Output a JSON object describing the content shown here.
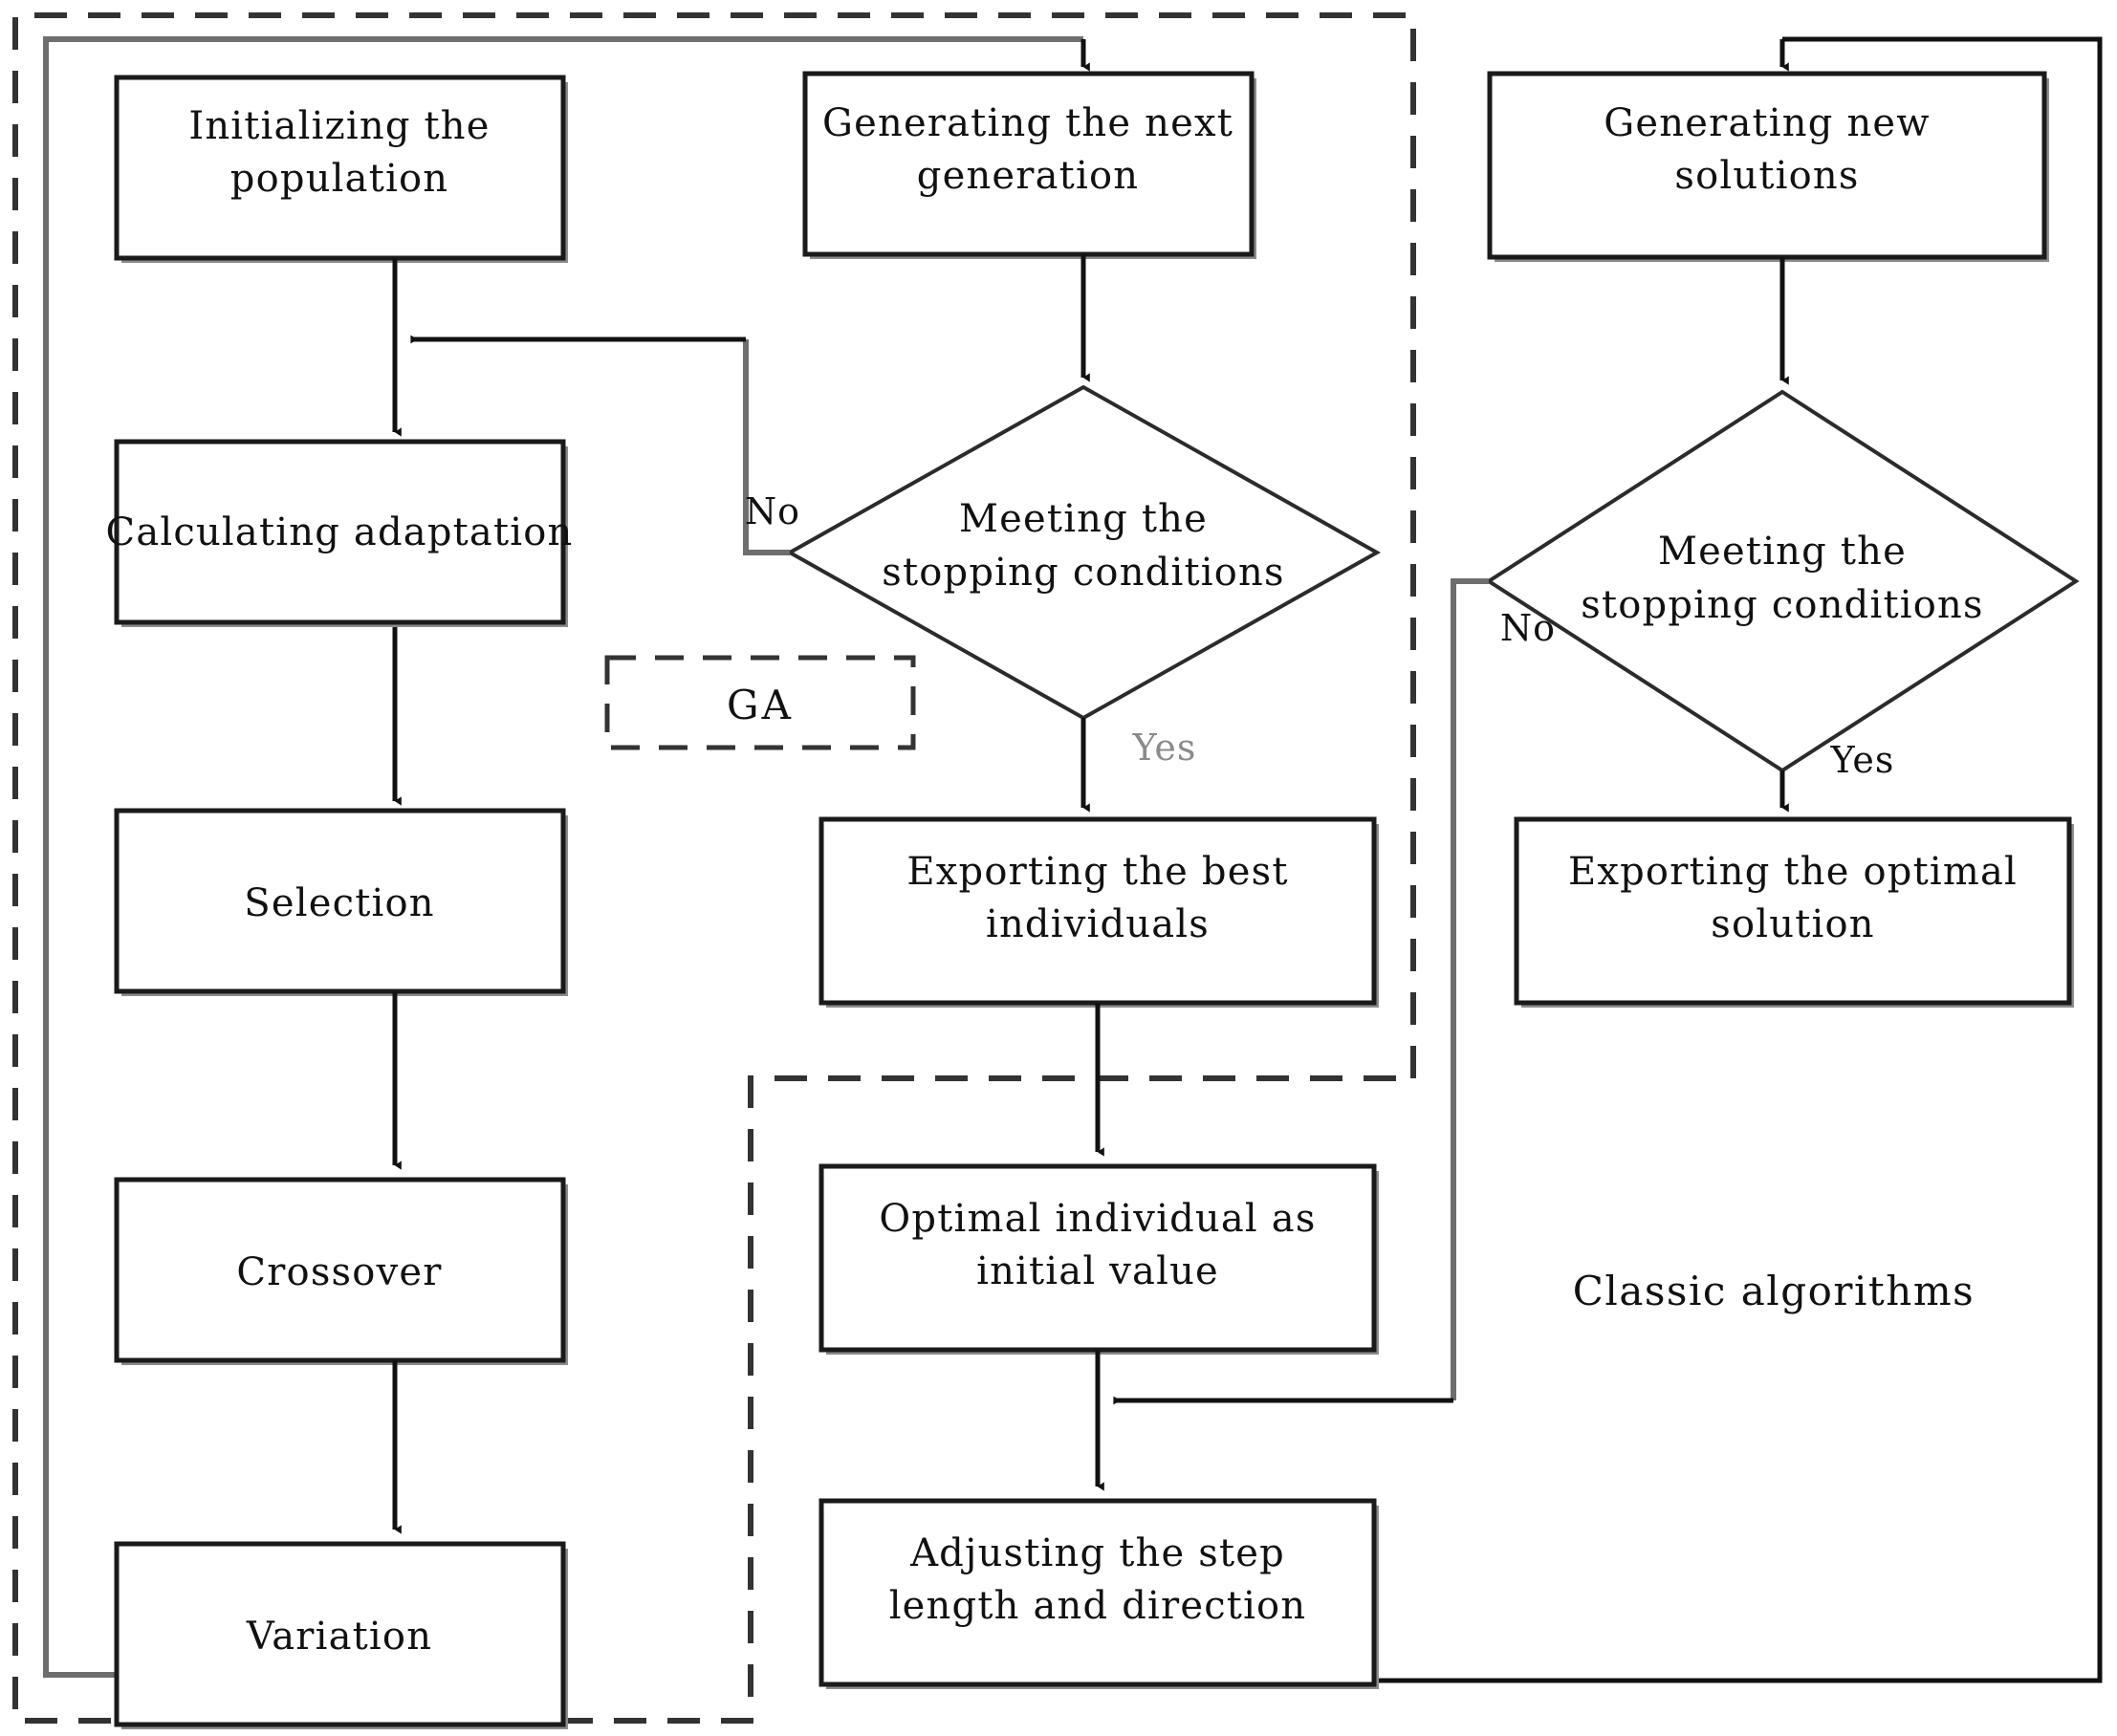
{
  "diagram": {
    "type": "flowchart",
    "title": "Hybrid GA and classic algorithm flowchart",
    "groups": [
      {
        "id": "ga",
        "label": "GA",
        "style": "dashed"
      },
      {
        "id": "classic",
        "label": "Classic algorithms",
        "style": "dashed"
      }
    ],
    "nodes": {
      "initializing_population": {
        "label": "Initializing the\npopulation",
        "line1": "Initializing the",
        "line2": "population",
        "shape": "rect"
      },
      "calculating_adaptation": {
        "label": "Calculating adaptation",
        "line1": "Calculating adaptation",
        "line2": "",
        "shape": "rect"
      },
      "selection": {
        "label": "Selection",
        "line1": "Selection",
        "line2": "",
        "shape": "rect"
      },
      "crossover": {
        "label": "Crossover",
        "line1": "Crossover",
        "line2": "",
        "shape": "rect"
      },
      "variation": {
        "label": "Variation",
        "line1": "Variation",
        "line2": "",
        "shape": "rect"
      },
      "generating_next_generation": {
        "label": "Generating the next\ngeneration",
        "line1": "Generating the next",
        "line2": "generation",
        "shape": "rect"
      },
      "decision_ga": {
        "label": "Meeting the\nstopping conditions",
        "line1": "Meeting the",
        "line2": "stopping conditions",
        "shape": "diamond"
      },
      "exporting_best_individuals": {
        "label": "Exporting the best\nindividuals",
        "line1": "Exporting the best",
        "line2": "individuals",
        "shape": "rect"
      },
      "optimal_individual_initial_value": {
        "label": "Optimal individual as\ninitial value",
        "line1": "Optimal individual as",
        "line2": "initial value",
        "shape": "rect"
      },
      "adjusting_step_length_direction": {
        "label": "Adjusting the step\nlength and direction",
        "line1": "Adjusting the step",
        "line2": "length and direction",
        "shape": "rect"
      },
      "generating_new_solutions": {
        "label": "Generating new\nsolutions",
        "line1": "Generating new",
        "line2": "solutions",
        "shape": "rect"
      },
      "decision_classic": {
        "label": "Meeting the\nstopping conditions",
        "line1": "Meeting the",
        "line2": "stopping conditions",
        "shape": "diamond"
      },
      "exporting_optimal_solution": {
        "label": "Exporting the optimal\nsolution",
        "line1": "Exporting the optimal",
        "line2": "solution",
        "shape": "rect"
      }
    },
    "edge_labels": {
      "ga_no": "No",
      "ga_yes": "Yes",
      "classic_no": "No",
      "classic_yes": "Yes"
    },
    "colors": {
      "node_stroke": "#1a1a1a",
      "node_fill": "#ffffff",
      "shadow": "#8c8c8c",
      "connector": "#111111",
      "connector_gray": "#6e6e6e",
      "dashed_group": "#333333",
      "yes_label_ga": "#8a8a8a",
      "text": "#111111",
      "background": "#ffffff"
    }
  }
}
